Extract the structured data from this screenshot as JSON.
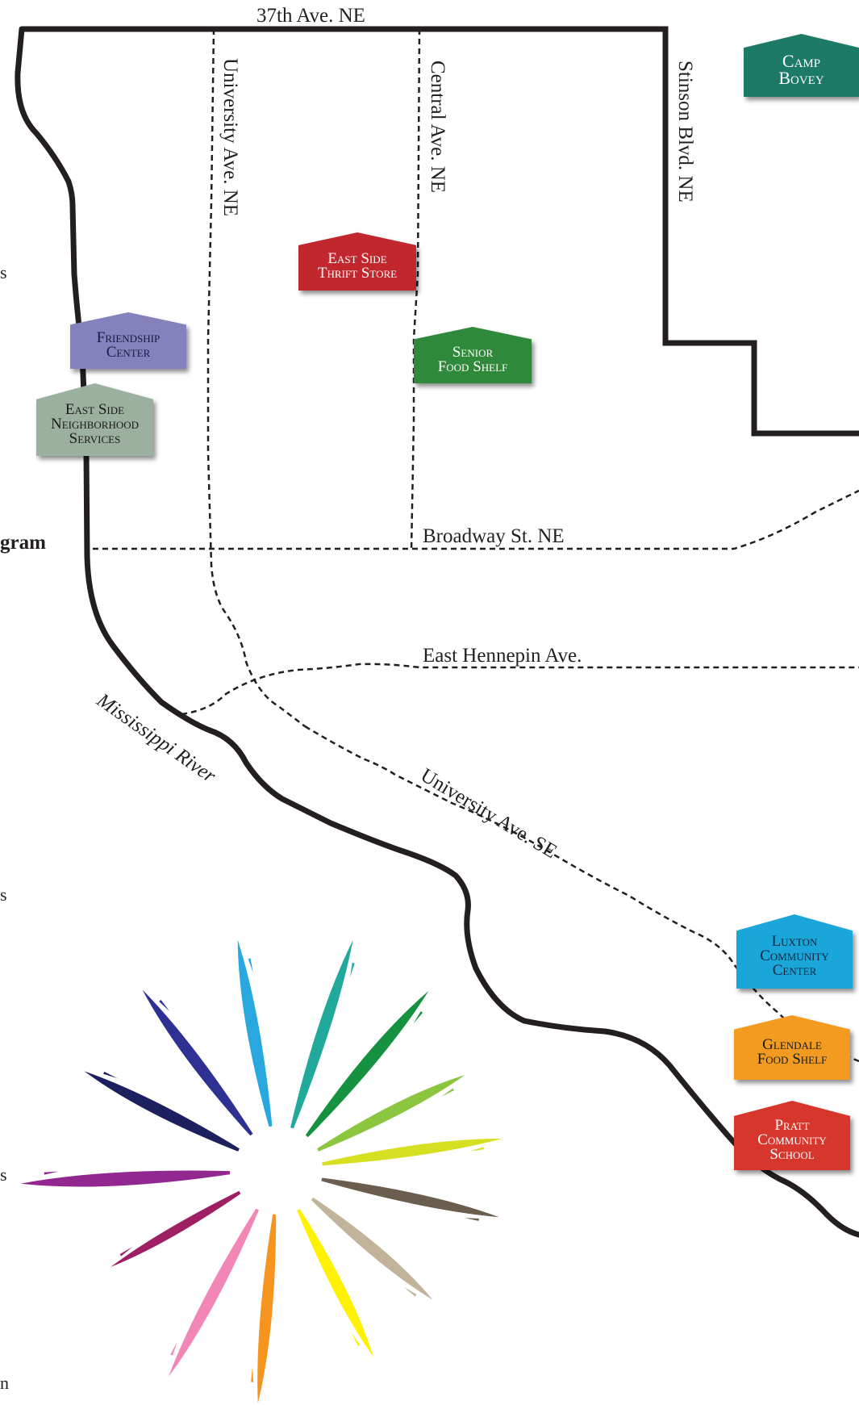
{
  "streets": {
    "north": "37th Ave. NE",
    "university_ne": "University Ave. NE",
    "central": "Central Ave. NE",
    "stinson": "Stinson Blvd. NE",
    "broadway": "Broadway St. NE",
    "east_hennepin": "East Hennepin Ave.",
    "university_se": "University Ave. SE",
    "river": "Mississippi River"
  },
  "edge_fragments": {
    "a": "s",
    "b": "gram",
    "c": "s",
    "d": "s",
    "e": "n"
  },
  "locations": [
    {
      "id": "camp-bovey",
      "line1": "Camp",
      "line2": "Bovey",
      "line3": "",
      "color": "#1d7a66",
      "text_color": "#ffffff"
    },
    {
      "id": "east-side-thrift-store",
      "line1": "East Side",
      "line2": "Thrift Store",
      "line3": "",
      "color": "#c1272d",
      "text_color": "#ffffff"
    },
    {
      "id": "friendship-center",
      "line1": "Friendship",
      "line2": "Center",
      "line3": "",
      "color": "#8581bd",
      "text_color": "#1a1a40"
    },
    {
      "id": "senior-food-shelf",
      "line1": "Senior",
      "line2": "Food Shelf",
      "line3": "",
      "color": "#2e8a3a",
      "text_color": "#ffffff"
    },
    {
      "id": "east-side-neighborhood-services",
      "line1": "East Side",
      "line2": "Neighborhood",
      "line3": "Services",
      "color": "#9bb09f",
      "text_color": "#1a1a1a"
    },
    {
      "id": "luxton-community-center",
      "line1": "Luxton",
      "line2": "Community",
      "line3": "Center",
      "color": "#1aa6d9",
      "text_color": "#0b2540"
    },
    {
      "id": "glendale-food-shelf",
      "line1": "Glendale",
      "line2": "Food Shelf",
      "line3": "",
      "color": "#f39a21",
      "text_color": "#1a1a1a"
    },
    {
      "id": "pratt-community-school",
      "line1": "Pratt",
      "line2": "Community",
      "line3": "School",
      "color": "#d7362d",
      "text_color": "#ffffff"
    }
  ],
  "logo": {
    "rays": [
      {
        "color": "#29a8df"
      },
      {
        "color": "#21a99b"
      },
      {
        "color": "#15913f"
      },
      {
        "color": "#8cc63f"
      },
      {
        "color": "#d7df23"
      },
      {
        "color": "#6b5e4f"
      },
      {
        "color": "#c2b39b"
      },
      {
        "color": "#fff200"
      },
      {
        "color": "#f7941d"
      },
      {
        "color": "#f287b7"
      },
      {
        "color": "#9e1f63"
      },
      {
        "color": "#92278f"
      },
      {
        "color": "#1e1f5e"
      },
      {
        "color": "#2e3192"
      }
    ]
  }
}
